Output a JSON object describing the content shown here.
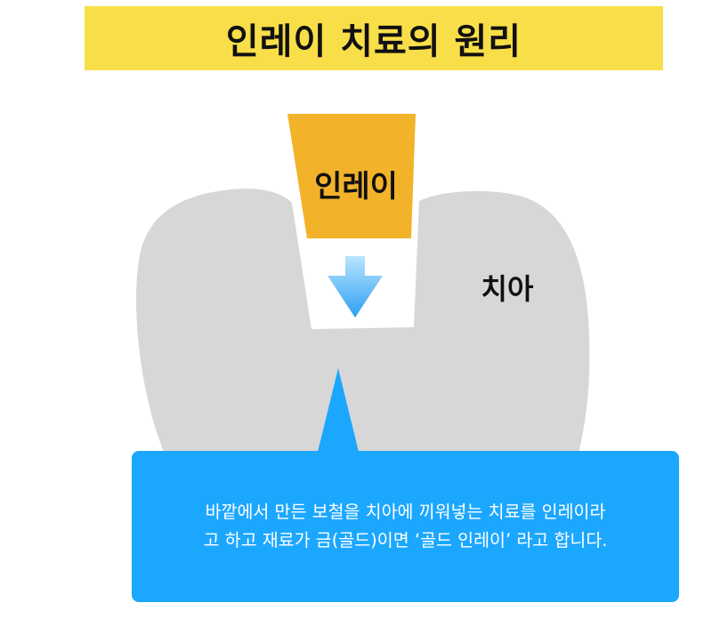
{
  "title": {
    "text": "인레이 치료의 원리",
    "background": "#f8de48"
  },
  "labels": {
    "inlay": "인레이",
    "tooth": "치아"
  },
  "colors": {
    "tooth": "#d7d7d7",
    "inlay": "#f2b32b",
    "arrow_top": "#b9e6ff",
    "arrow_bottom": "#2c9ff2",
    "callout": "#1ca7ff"
  },
  "icons": {
    "arrow": "arrow-down-icon"
  },
  "callout": {
    "text": "바깥에서 만든 보철을 치아에 끼워넣는 치료를 인레이라\n고 하고 재료가 금(골드)이면 ‘골드 인레이’ 라고 합니다."
  }
}
